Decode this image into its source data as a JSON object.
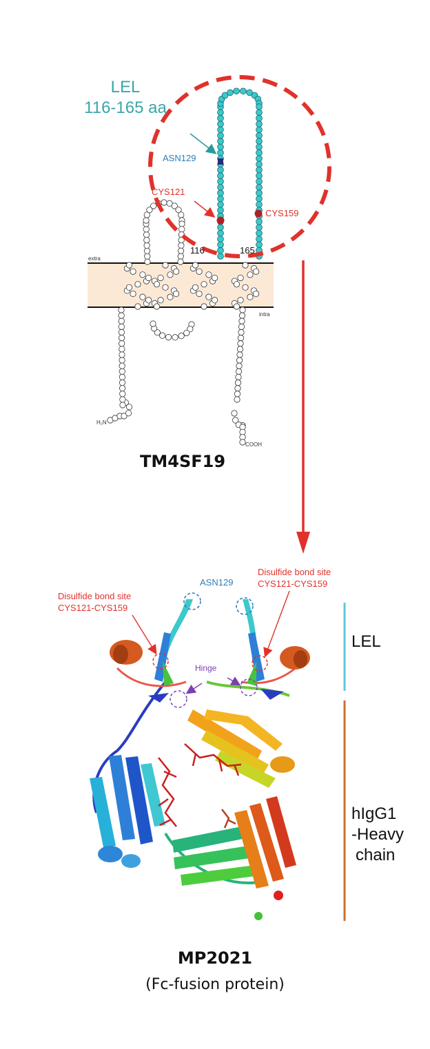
{
  "top_diagram": {
    "lel_title": "LEL",
    "lel_range": "116-165 aa",
    "asn_label": "ASN129",
    "cys121_label": "CYS121",
    "cys159_label": "CYS159",
    "pos_116": "116",
    "pos_165": "165",
    "extra_label": "extra",
    "intra_label": "intra",
    "n_terminus": "H₂N",
    "c_terminus": "COOH",
    "protein_name": "TM4SF19"
  },
  "bottom_diagram": {
    "asn_label": "ASN129",
    "disulfide_left_line1": "Disulfide bond site",
    "disulfide_left_line2": "CYS121-CYS159",
    "disulfide_right_line1": "Disulfide bond site",
    "disulfide_right_line2": "CYS121-CYS159",
    "hinge_label": "Hinge",
    "lel_side_label": "LEL",
    "heavy_chain_line1": "hIgG1",
    "heavy_chain_line2": "-Heavy",
    "heavy_chain_line3": "chain",
    "protein_name": "MP2021",
    "protein_subtitle": "(Fc-fusion protein)"
  },
  "colors": {
    "lel_teal": "#3aa6ab",
    "residue_cyan": "#3cc9cc",
    "highlight_red": "#e0322b",
    "membrane_fill": "#fbe9d6",
    "hinge_purple": "#7a3fb0",
    "heavy_chain_brown": "#c8702d"
  }
}
